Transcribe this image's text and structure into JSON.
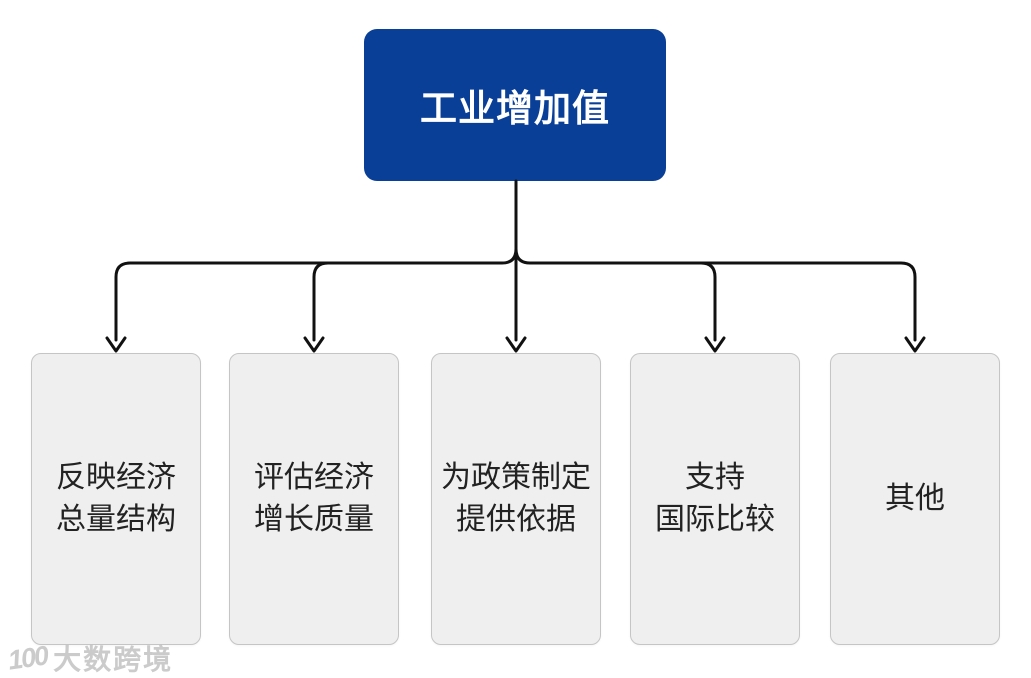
{
  "diagram": {
    "root": {
      "label": "工业增加值"
    },
    "children": [
      {
        "line1": "反映经济",
        "line2": "总量结构"
      },
      {
        "line1": "评估经济",
        "line2": "增长质量"
      },
      {
        "line1": "为政策制定",
        "line2": "提供依据"
      },
      {
        "line1": "支持",
        "line2": "国际比较"
      },
      {
        "line1": "其他",
        "line2": ""
      }
    ],
    "colors": {
      "root_bg": "#0a3f97",
      "root_text": "#ffffff",
      "child_bg": "#efefef",
      "child_border": "#c5c5c5",
      "child_text": "#222222",
      "connector": "#111111"
    }
  },
  "watermark": {
    "logo": "100",
    "text": "大数跨境"
  }
}
